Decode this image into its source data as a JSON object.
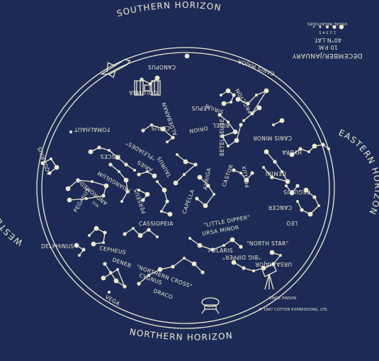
{
  "horizons": {
    "south": "SOUTHERN HORIZON",
    "north": "NORTHERN HORIZON",
    "east": "EASTERN HORIZON",
    "west": "WESTERN HORIZON"
  },
  "legend": {
    "title": "DECEMBER/JANUARY",
    "time": "10 P.M.",
    "latitude": "40°N.LAT.",
    "scale_label": "VISUAL MAGNITUDES",
    "scale_numbers": "1 2 3 4 5"
  },
  "credits": {
    "artist": "VINCE PINSON",
    "copyright": "© 1987 COTTON EXPRESSIONS, LTD."
  },
  "labels": {
    "canopus": "CANOPUS",
    "columba": "COLUMBA",
    "lepus": "LEPUS",
    "canis_major": "CANIS MAJOR",
    "sirius": "SIRIUS",
    "orion": "ORION",
    "rigel": "RIGEL",
    "procyon": "PROCYON",
    "canis_minor": "CANIS MINOR",
    "hydra": "HYDRA",
    "betelgeuse": "BETELGEUSE",
    "aldebaran": "ALDEBARAN",
    "fomalhaut": "FOMALHAUT",
    "cetus": "CETUS",
    "pisces": "PISCES",
    "aries": "ARIES",
    "pleiades": "\"PLEIADES\"",
    "taurus": "TAURUS",
    "gemini": "GEMINI",
    "aquarius": "AQUARIUS",
    "triangulum": "TRIANGULUM",
    "pegasus": "PEGASUS",
    "andromeda": "ANDROMEDA",
    "andromeda_galaxy": "M31",
    "perseus": "PERSEUS",
    "auriga": "AURIGA",
    "capella": "CAPELLA",
    "castor": "CASTOR",
    "pollux": "POLLUX",
    "cancer": "CANCER",
    "regulus": "REGULUS",
    "leo": "LEO",
    "cassiopeia": "CASSIOPEIA",
    "cepheus": "CEPHEUS",
    "delphinus": "DELPHINUS",
    "deneb": "DENEB",
    "cygnus": "CYGNUS",
    "northern_cross": "\"NORTHERN CROSS\"",
    "little_dipper": "\"LITTLE DIPPER\"",
    "ursa_minor": "URSA MINOR",
    "polaris": "POLARIS",
    "north_star": "\"NORTH STAR\"",
    "big_dipper": "\"BIG DIPPER\"",
    "ursa_major": "URSA MAJOR",
    "draco": "DRACO",
    "vega": "VEGA"
  },
  "colors": {
    "background": "#1d2a55",
    "ink": "#ece9cf"
  },
  "icons": [
    "space-shuttle-icon",
    "satellite-icon",
    "telescope-icon",
    "lunar-module-icon"
  ]
}
